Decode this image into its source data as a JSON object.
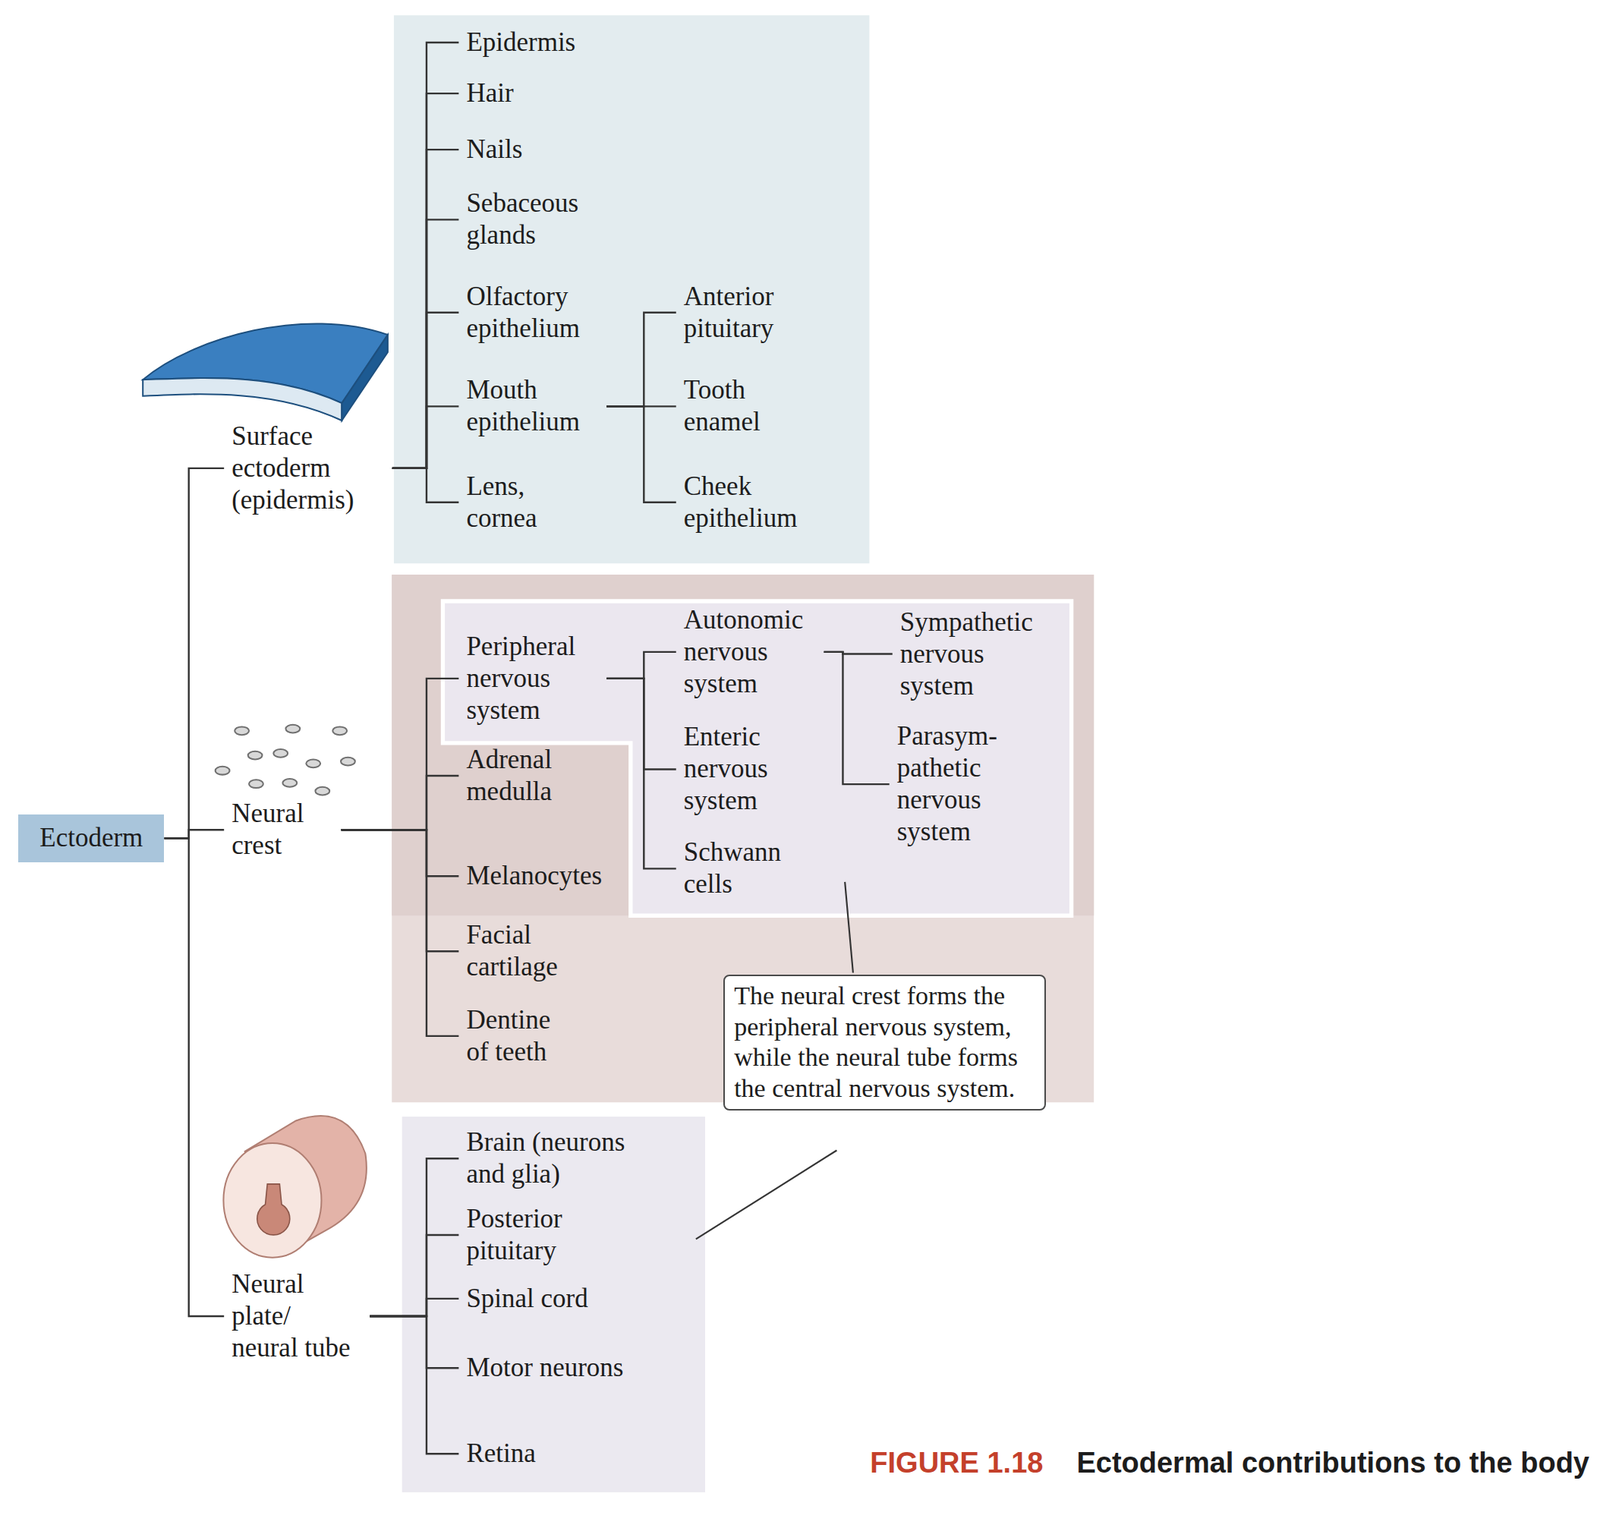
{
  "diagram": {
    "caption": "Ectodermal contributions to the body",
    "nodes": [
      {
        "text": [
          "Ectoderm"
        ]
      },
      {
        "text": [
          "Surface ectoderm (epidermis)"
        ]
      },
      {
        "text": [
          "Epidermis"
        ]
      },
      {
        "text": [
          "Hair"
        ]
      },
      {
        "text": [
          "Nails"
        ]
      },
      {
        "text": [
          "Sebaceous glands"
        ]
      },
      {
        "text": [
          "Olfactory epithelium"
        ]
      },
      {
        "text": [
          "Mouth epithelium"
        ]
      },
      {
        "text": [
          "Lens, cornea"
        ]
      },
      {
        "text": [
          "Anterior pituitary"
        ]
      },
      {
        "text": [
          "Tooth enamel"
        ]
      },
      {
        "text": [
          "Cheek epithelium"
        ]
      },
      {
        "text": [
          "Neural crest"
        ]
      },
      {
        "text": [
          "Peripheral nervous system"
        ]
      },
      {
        "text": [
          "Adrenal medulla"
        ]
      },
      {
        "text": [
          "Melanocytes"
        ]
      },
      {
        "text": [
          "Facial cartilage"
        ]
      },
      {
        "text": [
          "Dentine of teeth"
        ]
      },
      {
        "text": [
          "Autonomic nervous system"
        ]
      },
      {
        "text": [
          "Enteric nervous system"
        ]
      },
      {
        "text": [
          "Schwann cells"
        ]
      },
      {
        "text": [
          "Sympathetic nervous system"
        ]
      },
      {
        "text": [
          "Parasym- pathetic nervous system"
        ]
      },
      {
        "text": [
          "The neural crest forms the peripheral nervous system, while the neural tube forms the central nervous system."
        ]
      },
      {
        "text": [
          "Neural plate/ neural tube"
        ]
      },
      {
        "text": [
          "Brain (neurons and glia)"
        ]
      },
      {
        "text": [
          "Posterior pituitary"
        ]
      },
      {
        "text": [
          "Spinal cord"
        ]
      },
      {
        "text": [
          "Motor neurons"
        ]
      },
      {
        "text": [
          "Retina"
        ]
      }
    ],
    "edges": [
      {
        "from": 0,
        "to": 1,
        "arrow": "none"
      },
      {
        "from": 0,
        "to": 12,
        "arrow": "none"
      },
      {
        "from": 0,
        "to": 24,
        "arrow": "none"
      },
      {
        "from": 1,
        "to": 2,
        "arrow": "none"
      },
      {
        "from": 1,
        "to": 3,
        "arrow": "none"
      },
      {
        "from": 1,
        "to": 4,
        "arrow": "none"
      },
      {
        "from": 1,
        "to": 5,
        "arrow": "none"
      },
      {
        "from": 1,
        "to": 6,
        "arrow": "none"
      },
      {
        "from": 1,
        "to": 7,
        "arrow": "none"
      },
      {
        "from": 1,
        "to": 8,
        "arrow": "none"
      },
      {
        "from": 7,
        "to": 9,
        "arrow": "none"
      },
      {
        "from": 7,
        "to": 10,
        "arrow": "none"
      },
      {
        "from": 7,
        "to": 11,
        "arrow": "none"
      },
      {
        "from": 12,
        "to": 13,
        "arrow": "none"
      },
      {
        "from": 12,
        "to": 14,
        "arrow": "none"
      },
      {
        "from": 12,
        "to": 15,
        "arrow": "none"
      },
      {
        "from": 12,
        "to": 16,
        "arrow": "none"
      },
      {
        "from": 12,
        "to": 17,
        "arrow": "none"
      },
      {
        "from": 13,
        "to": 18,
        "arrow": "none"
      },
      {
        "from": 13,
        "to": 19,
        "arrow": "none"
      },
      {
        "from": 13,
        "to": 20,
        "arrow": "none"
      },
      {
        "from": 18,
        "to": 21,
        "arrow": "none"
      },
      {
        "from": 18,
        "to": 22,
        "arrow": "none"
      },
      {
        "from": 24,
        "to": 25,
        "arrow": "none"
      },
      {
        "from": 24,
        "to": 26,
        "arrow": "none"
      },
      {
        "from": 24,
        "to": 27,
        "arrow": "none"
      },
      {
        "from": 24,
        "to": 28,
        "arrow": "none"
      },
      {
        "from": 24,
        "to": 29,
        "arrow": "none"
      }
    ],
    "labels": [
      "FIGURE 1.18"
    ]
  }
}
